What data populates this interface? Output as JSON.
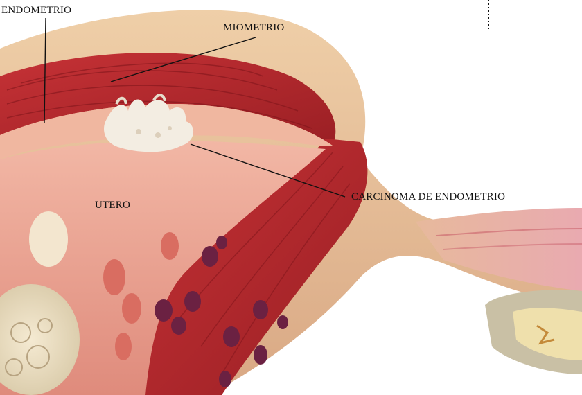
{
  "labels": {
    "endometrio": "ENDOMETRIO",
    "miometrio": "MIOMETRIO",
    "utero": "UTERO",
    "carcinoma": "CARCINOMA DE ENDOMETRIO"
  },
  "colors": {
    "background": "#ffffff",
    "myometrium": "#b8282a",
    "myometrium_dark": "#8e1b1f",
    "endometrium": "#f0b39e",
    "cavity": "#e8a090",
    "serosa": "#e9c4a0",
    "tumor": "#f3ece0",
    "follicle": "#6b2142",
    "leader_line": "#111111"
  }
}
